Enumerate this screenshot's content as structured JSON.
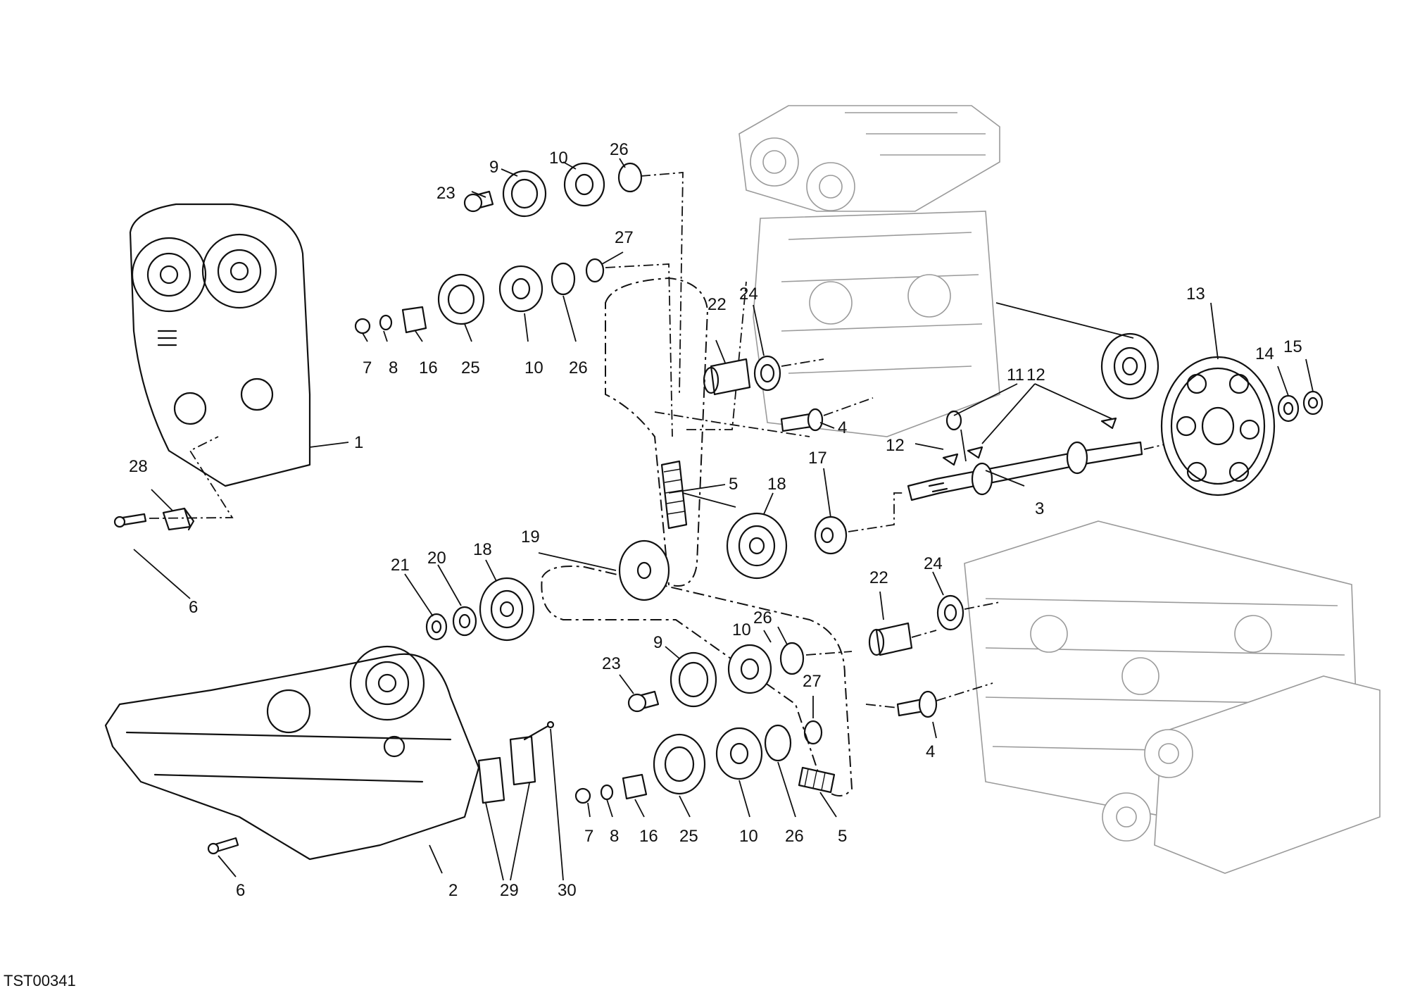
{
  "drawing": {
    "code": "TST00341",
    "callouts": [
      "1",
      "2",
      "3",
      "4",
      "4",
      "5",
      "5",
      "6",
      "6",
      "7",
      "7",
      "8",
      "8",
      "9",
      "9",
      "10",
      "10",
      "10",
      "10",
      "11",
      "12",
      "12",
      "13",
      "14",
      "15",
      "16",
      "16",
      "17",
      "18",
      "18",
      "19",
      "20",
      "21",
      "22",
      "22",
      "23",
      "23",
      "24",
      "24",
      "25",
      "25",
      "26",
      "26",
      "26",
      "26",
      "27",
      "27",
      "28",
      "29",
      "30"
    ]
  },
  "colors": {
    "line": "#111111",
    "faint": "#9a9a9a",
    "background": "#ffffff"
  }
}
